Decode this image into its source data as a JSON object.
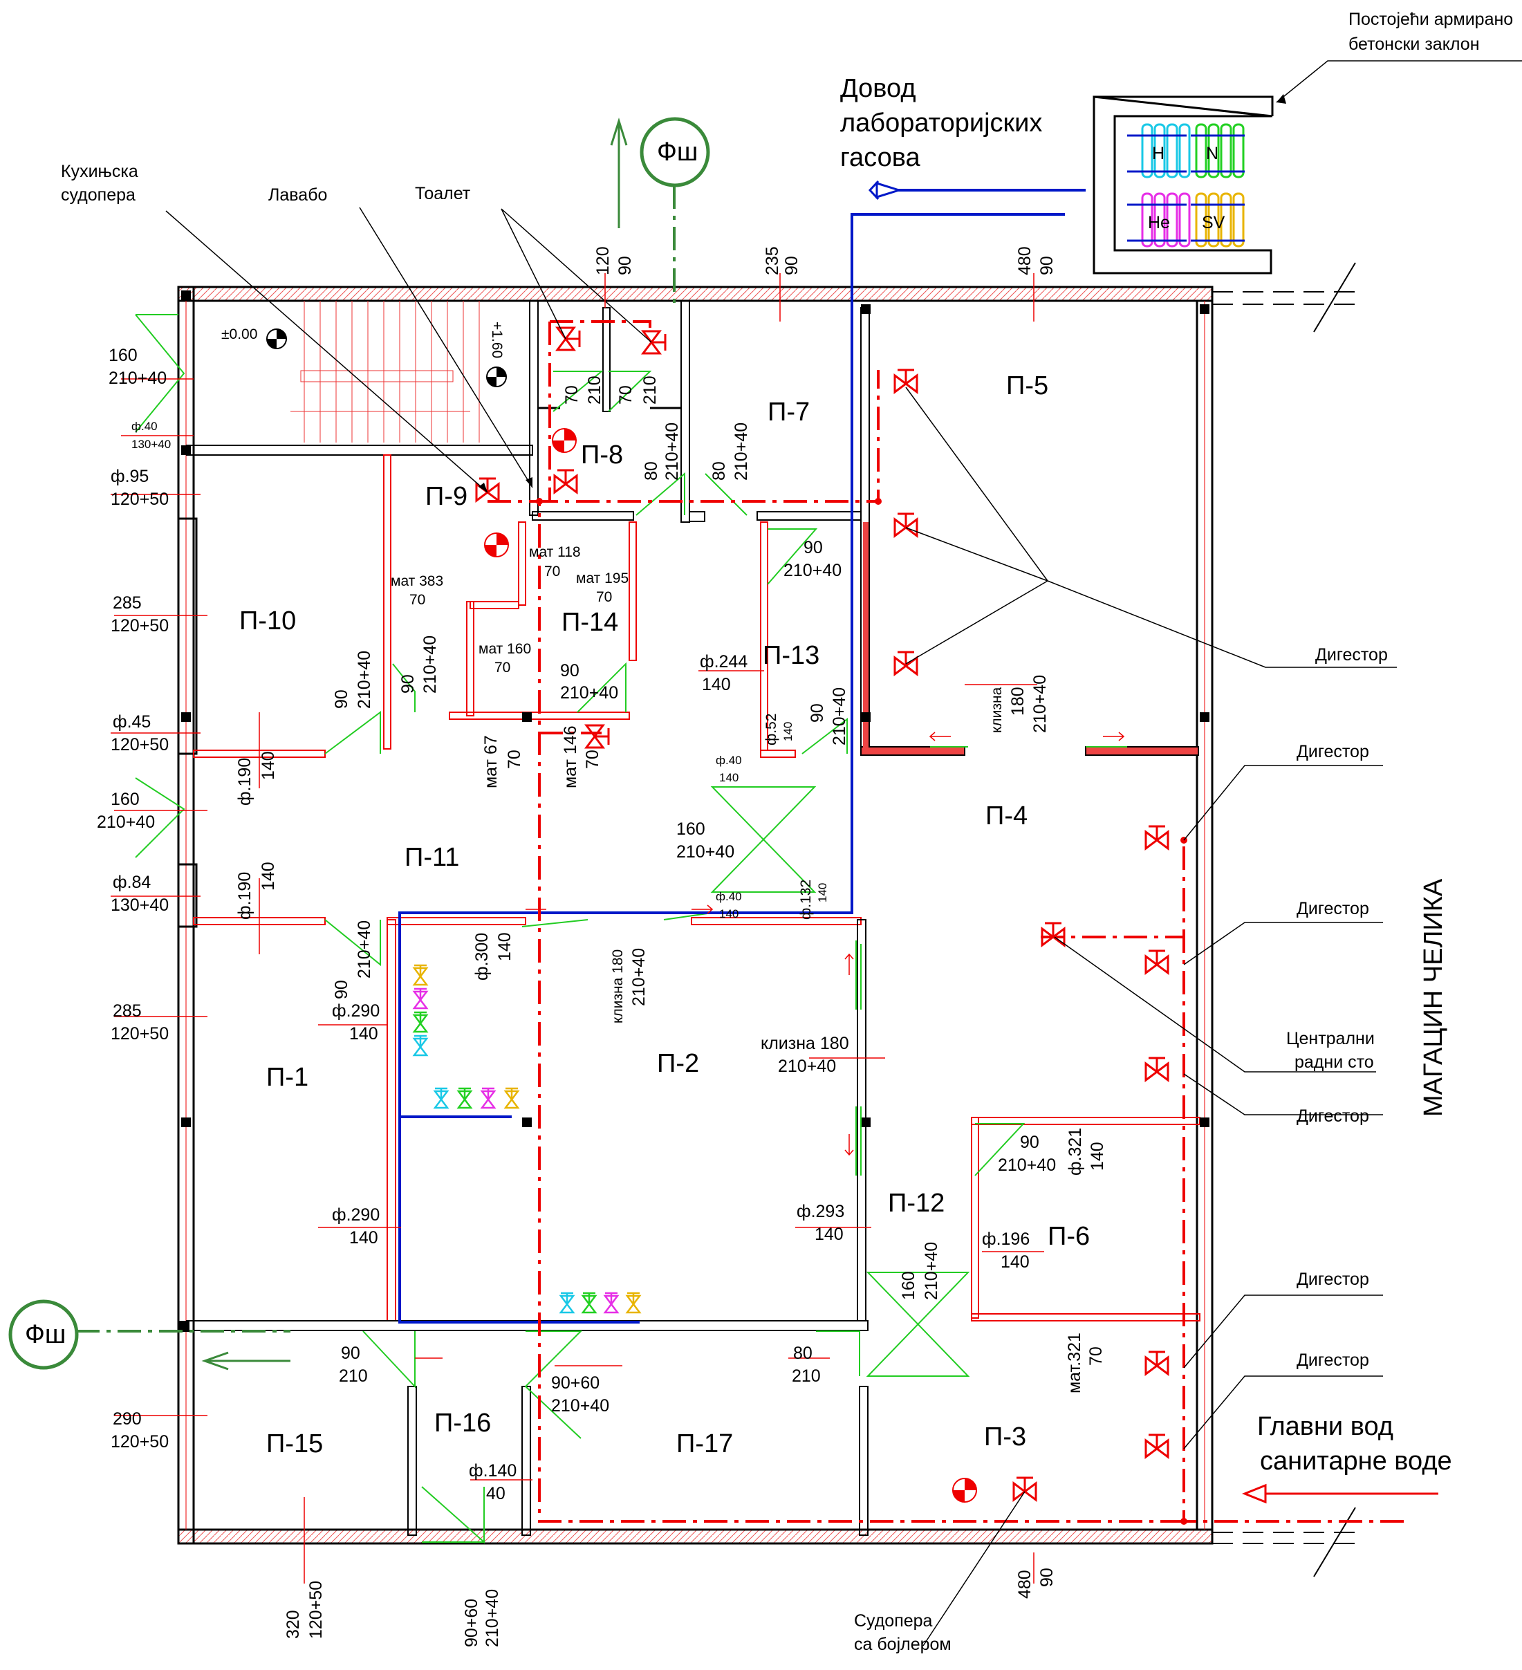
{
  "rooms": [
    {
      "id": "P-1",
      "label": "П-1"
    },
    {
      "id": "P-2",
      "label": "П-2"
    },
    {
      "id": "P-3",
      "label": "П-3"
    },
    {
      "id": "P-4",
      "label": "П-4"
    },
    {
      "id": "P-5",
      "label": "П-5"
    },
    {
      "id": "P-6",
      "label": "П-6"
    },
    {
      "id": "P-7",
      "label": "П-7"
    },
    {
      "id": "P-8",
      "label": "П-8"
    },
    {
      "id": "P-9",
      "label": "П-9"
    },
    {
      "id": "P-10",
      "label": "П-10"
    },
    {
      "id": "P-11",
      "label": "П-11"
    },
    {
      "id": "P-12",
      "label": "П-12"
    },
    {
      "id": "P-13",
      "label": "П-13"
    },
    {
      "id": "P-14",
      "label": "П-14"
    },
    {
      "id": "P-15",
      "label": "П-15"
    },
    {
      "id": "P-16",
      "label": "П-16"
    },
    {
      "id": "P-17",
      "label": "П-17"
    }
  ],
  "annotations": {
    "bunker_l1": "Постојећи армирано",
    "bunker_l2": "бетонски заклон",
    "gas_supply_l1": "Довод",
    "gas_supply_l2": "лабораторијских",
    "gas_supply_l3": "гасова",
    "kitchen_sink_l1": "Кухињска",
    "kitchen_sink_l2": "судопера",
    "washbasin": "Лавабо",
    "toilet": "Тоалет",
    "fume_hood": "Дигестор",
    "central_bench_l1": "Централни",
    "central_bench_l2": "радни сто",
    "steel_warehouse": "МАГАЦИН ЧЕЛИКА",
    "main_line_l1": "Главни вод",
    "main_line_l2": "санитарне воде",
    "sink_boiler_l1": "Судопера",
    "sink_boiler_l2": "са бојлером",
    "drain_symbol": "Фш",
    "level_zero": "±0.00",
    "level_stair": "+1.60"
  },
  "gas_cylinders": [
    "H",
    "N",
    "He",
    "SV"
  ],
  "colors": {
    "water": "#e00000",
    "gas": "#0018c8",
    "drain": "#3a8a3a",
    "window": "#22cc22",
    "hydrogen": "#19c8e6",
    "nitrogen": "#22d022",
    "helium": "#e62ee6",
    "sv": "#e8b400"
  },
  "dims": {
    "w160": "160",
    "w210_40": "210+40",
    "f40": "ф.40",
    "w130_40": "130+40",
    "f95": "ф.95",
    "w120_50": "120+50",
    "w285": "285",
    "f45": "ф.45",
    "f84": "ф.84",
    "w290": "290",
    "w320": "320",
    "f190": "ф.190",
    "w140": "140",
    "w120": "120",
    "w90": "90",
    "w235": "235",
    "w480": "480",
    "w70": "70",
    "w210": "210",
    "w80": "80",
    "mat118": "мат 118",
    "mat383": "мат 383",
    "mat195": "мат 195",
    "mat160": "мат 160",
    "mat67": "мат 67",
    "mat146": "мат 146",
    "f244": "ф.244",
    "f52": "ф.52",
    "f132": "ф.132",
    "f300": "ф.300",
    "f290": "ф.290",
    "f293": "ф.293",
    "f196": "ф.196",
    "f321": "ф.321",
    "mat321": "мат.321",
    "f140": "ф.140",
    "w40": "40",
    "w90_60": "90+60",
    "sliding180": "клизна 180",
    "sliding_short": "клизна"
  }
}
